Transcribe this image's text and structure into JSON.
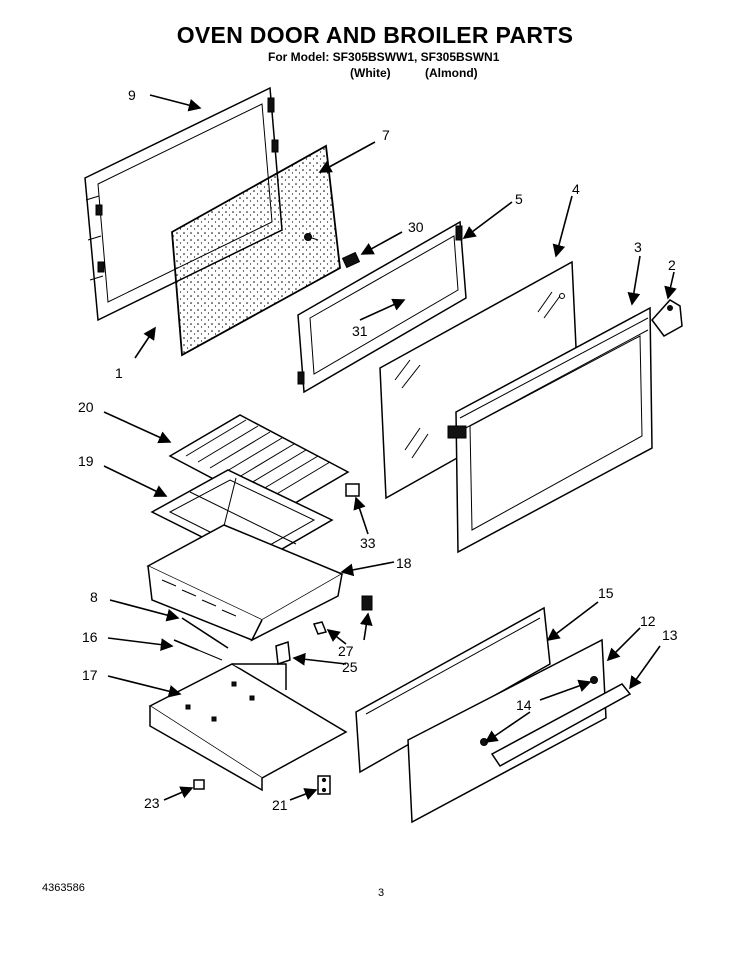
{
  "title": "OVEN DOOR AND BROILER PARTS",
  "model_line": "For Model: SF305BSWW1, SF305BSWN1",
  "color_white": "(White)",
  "color_almond": "(Almond)",
  "doc_number": "4363586",
  "page_number": "3",
  "callouts": {
    "c1": "1",
    "c2": "2",
    "c3": "3",
    "c4": "4",
    "c5": "5",
    "c7": "7",
    "c8": "8",
    "c9": "9",
    "c12": "12",
    "c13": "13",
    "c14": "14",
    "c15": "15",
    "c16": "16",
    "c17": "17",
    "c18": "18",
    "c19": "19",
    "c20": "20",
    "c21": "21",
    "c23": "23",
    "c25": "25",
    "c27": "27",
    "c30": "30",
    "c31": "31",
    "c33": "33"
  }
}
